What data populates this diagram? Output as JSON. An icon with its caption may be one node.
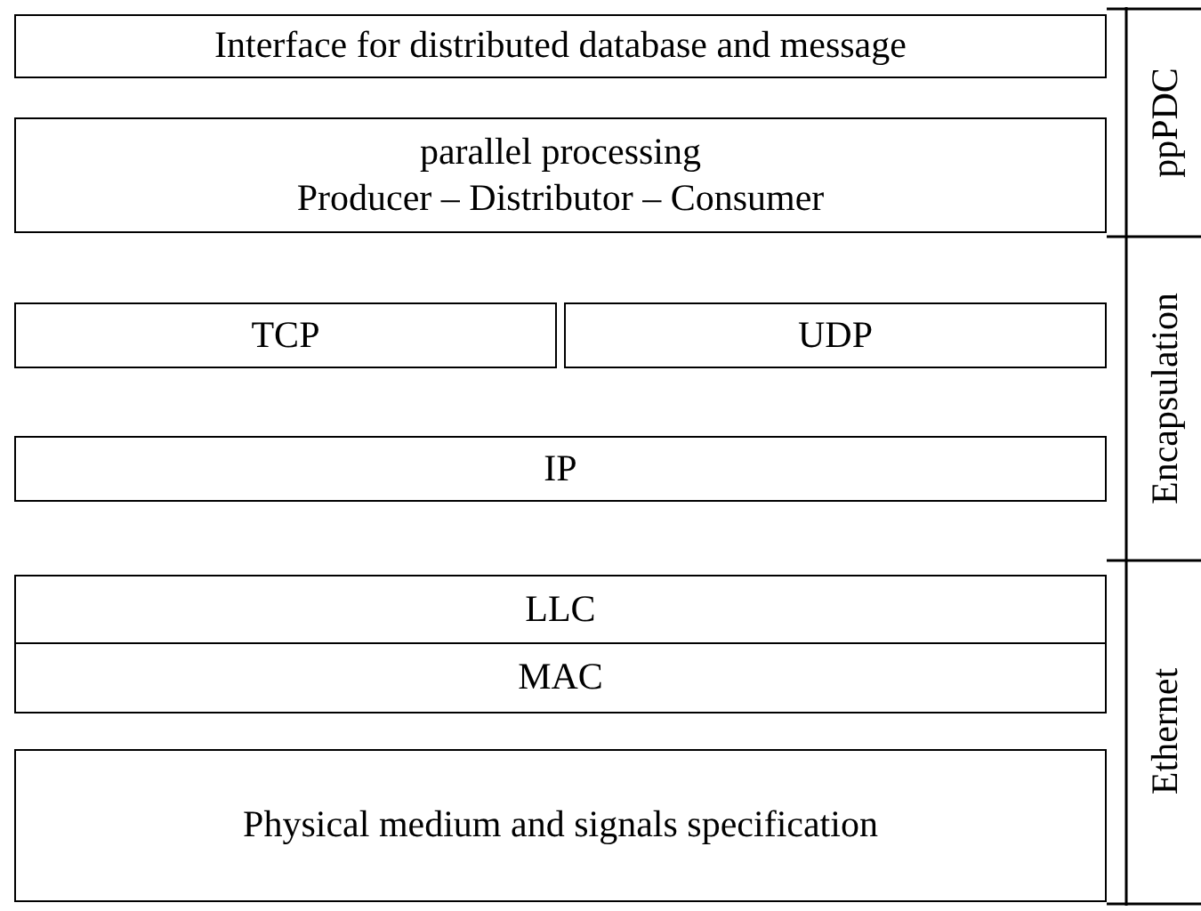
{
  "diagram": {
    "nodes": [
      {
        "text": [
          "Interface for distributed database and message"
        ]
      },
      {
        "text": [
          "parallel processing",
          "Producer – Distributor – Consumer"
        ]
      },
      {
        "text": [
          "TCP"
        ]
      },
      {
        "text": [
          "UDP"
        ]
      },
      {
        "text": [
          "IP"
        ]
      },
      {
        "text": [
          "LLC"
        ]
      },
      {
        "text": [
          "MAC"
        ]
      },
      {
        "text": [
          "Physical medium and signals specification"
        ]
      }
    ],
    "labels": [
      "ppPDC",
      "Encapsulation",
      "Ethernet"
    ]
  }
}
